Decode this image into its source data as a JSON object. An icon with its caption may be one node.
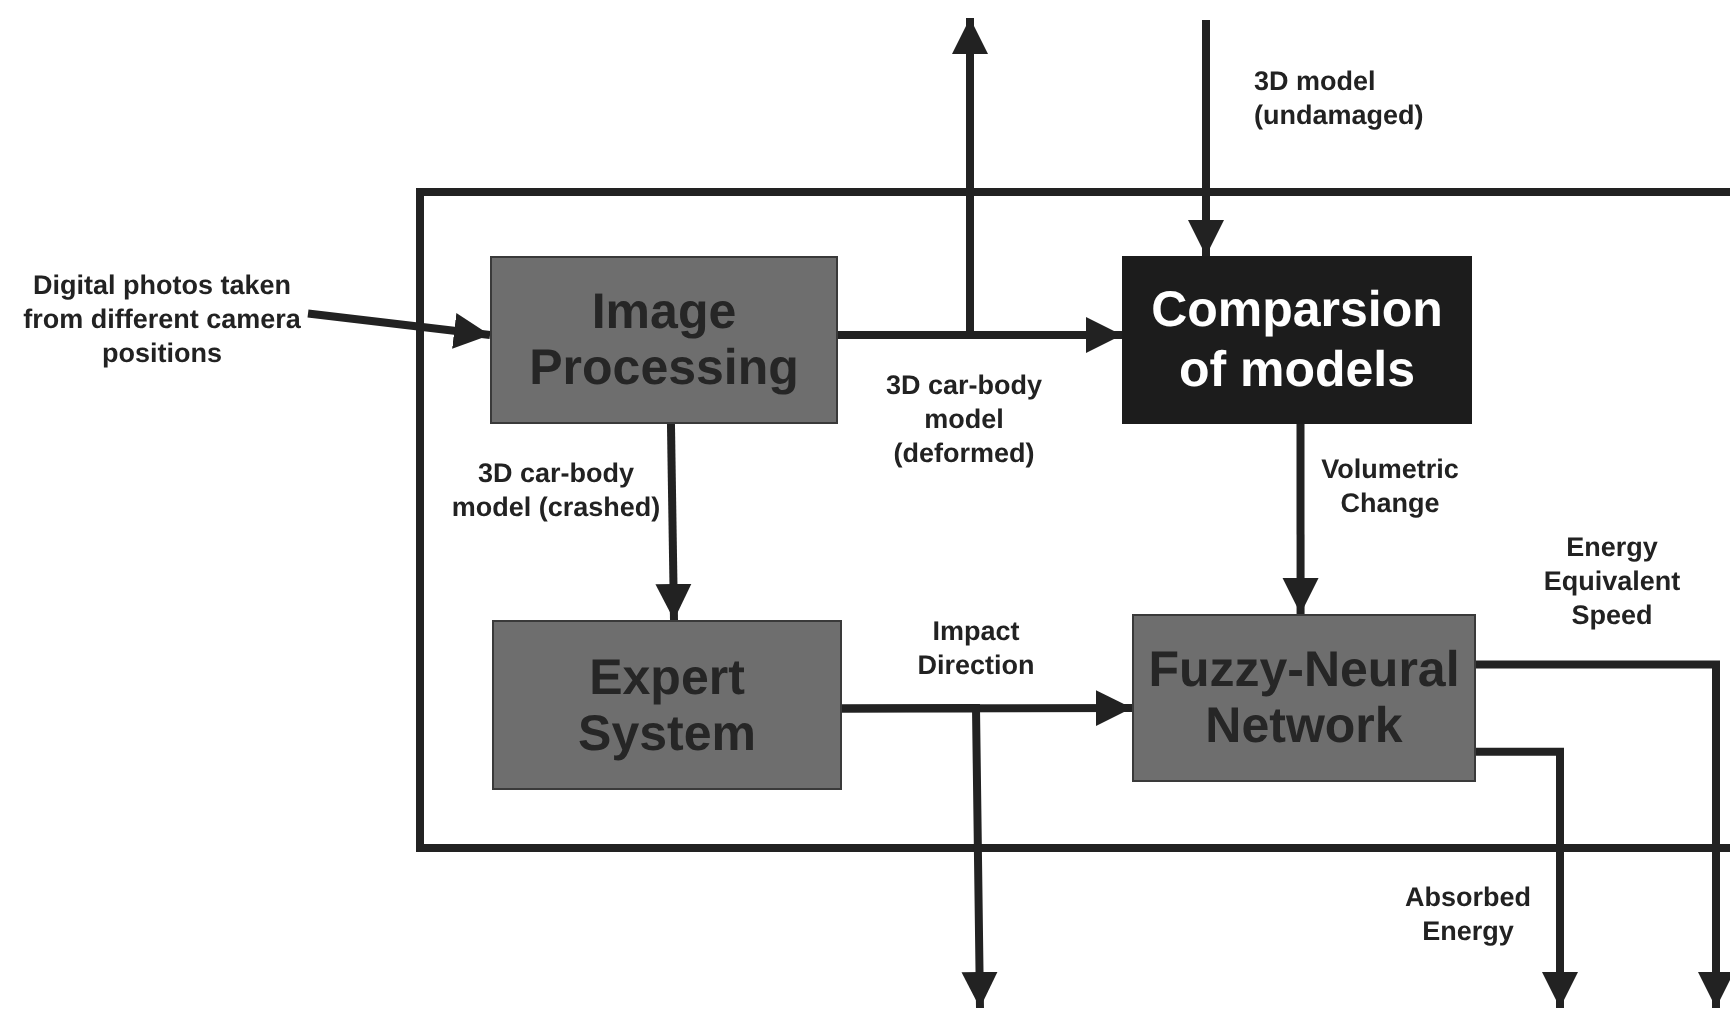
{
  "diagram": {
    "nodes": [
      {
        "text": [
          "Digital photos taken from different camera positions"
        ]
      },
      {
        "text": [
          "Image Processing"
        ]
      },
      {
        "text": [
          "Comparsion of models"
        ]
      },
      {
        "text": [
          "Expert System"
        ]
      },
      {
        "text": [
          "Fuzzy-Neural Network"
        ]
      }
    ],
    "edges": [
      {
        "from": 0,
        "to": 1,
        "arrow": "to"
      },
      {
        "from": 1,
        "to": 2,
        "arrow": "to",
        "label": "3D car-body model (deformed)"
      },
      {
        "from": 1,
        "to": null,
        "arrow": "to"
      },
      {
        "from": null,
        "to": 2,
        "arrow": "to",
        "label": "3D model (undamaged)"
      },
      {
        "from": 1,
        "to": 3,
        "arrow": "to",
        "label": "3D car-body model (crashed)"
      },
      {
        "from": 2,
        "to": 4,
        "arrow": "to",
        "label": "Volumetric Change"
      },
      {
        "from": 3,
        "to": 4,
        "arrow": "to",
        "label": "Impact Direction"
      },
      {
        "from": 3,
        "to": null,
        "arrow": "to"
      },
      {
        "from": 4,
        "to": null,
        "arrow": "to",
        "label": "Absorbed Energy"
      },
      {
        "from": 4,
        "to": null,
        "arrow": "to",
        "label": "Energy Equivalent Speed"
      }
    ]
  }
}
